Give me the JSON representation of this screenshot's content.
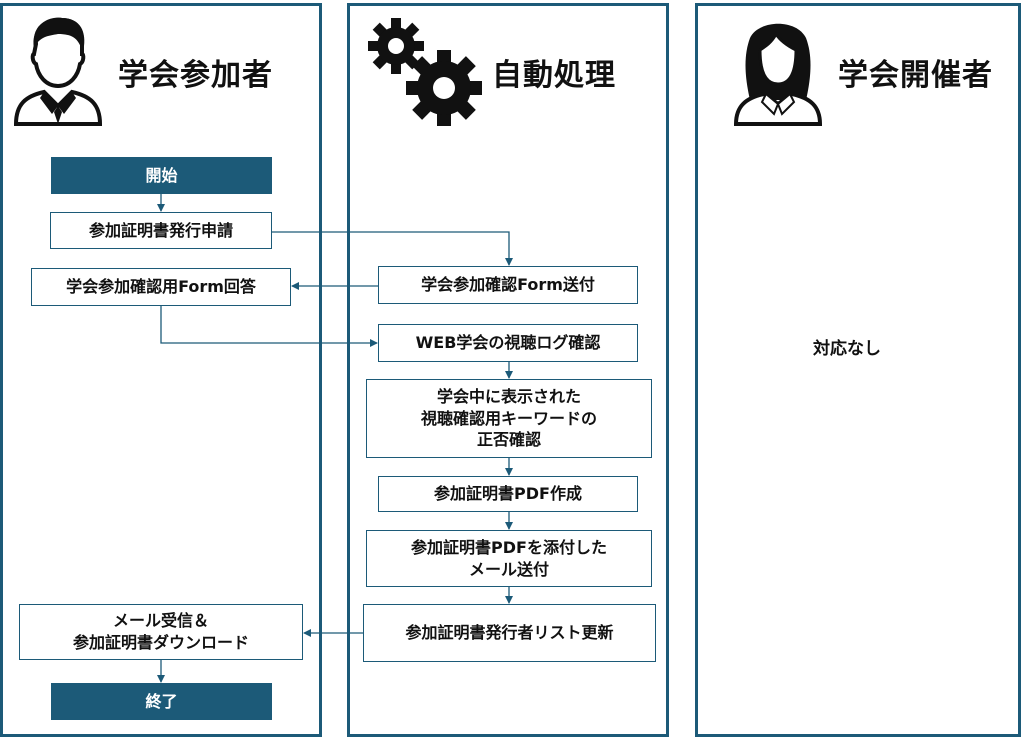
{
  "lanes": {
    "participant": {
      "title": "学会参加者",
      "icon": "businessman-icon"
    },
    "auto": {
      "title": "自動処理",
      "icon": "gears-icon"
    },
    "organizer": {
      "title": "学会開催者",
      "icon": "businesswoman-icon",
      "note": "対応なし"
    }
  },
  "steps": {
    "start": "開始",
    "request": "参加証明書発行申請",
    "form_answer": "学会参加確認用Form回答",
    "form_send": "学会参加確認Form送付",
    "log_check": "WEB学会の視聴ログ確認",
    "keyword_check": "学会中に表示された\n視聴確認用キーワードの\n正否確認",
    "pdf_create": "参加証明書PDF作成",
    "mail_send": "参加証明書PDFを添付した\nメール送付",
    "list_update": "参加証明書発行者リスト更新",
    "receive": "メール受信＆\n参加証明書ダウンロード",
    "end": "終了"
  },
  "colors": {
    "accent": "#1c5a78",
    "text": "#111111"
  }
}
